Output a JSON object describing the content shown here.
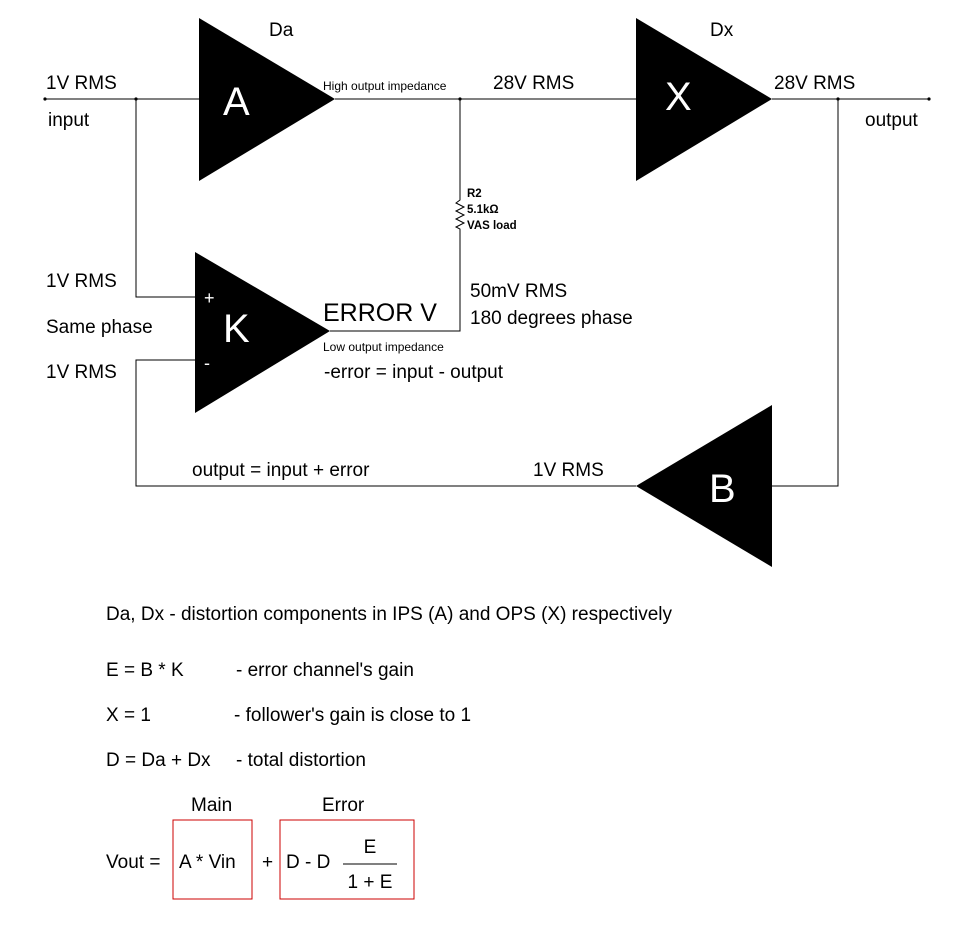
{
  "amplifiers": {
    "a": {
      "letter": "A",
      "distortion_label": "Da"
    },
    "x": {
      "letter": "X",
      "distortion_label": "Dx"
    },
    "k": {
      "letter": "K",
      "plus": "+",
      "minus": "-"
    },
    "b": {
      "letter": "B"
    }
  },
  "labels": {
    "in_level": "1V RMS",
    "in_name": "input",
    "high_z": "High output impedance",
    "mid_level": "28V RMS",
    "out_level": "28V RMS",
    "out_name": "output",
    "r2_name": "R2",
    "r2_value": "5.1kΩ",
    "r2_desc": "VAS load",
    "k_plus_level": "1V RMS",
    "same_phase": "Same phase",
    "k_minus_level": "1V RMS",
    "error_v": "ERROR V",
    "low_z": "Low output impedance",
    "err_level": "50mV RMS",
    "err_phase": "180 degrees phase",
    "err_eq": "-error = input - output",
    "fb_eq": "output = input + error",
    "fb_level": "1V RMS"
  },
  "notes": {
    "line1": "Da, Dx - distortion components in IPS (A) and OPS (X) respectively",
    "e_lhs": "E = B * K",
    "e_rhs": "- error channel's gain",
    "x_lhs": "X = 1",
    "x_rhs": "- follower's gain is close to 1",
    "d_lhs": "D = Da + Dx",
    "d_rhs": "- total distortion"
  },
  "formula": {
    "main_label": "Main",
    "error_label": "Error",
    "lhs": "Vout =",
    "main_term": "A * Vin",
    "plus": "+",
    "error_term": "D - D",
    "numerator": "E",
    "denominator": "1 + E",
    "box_color": "#cc0000"
  }
}
